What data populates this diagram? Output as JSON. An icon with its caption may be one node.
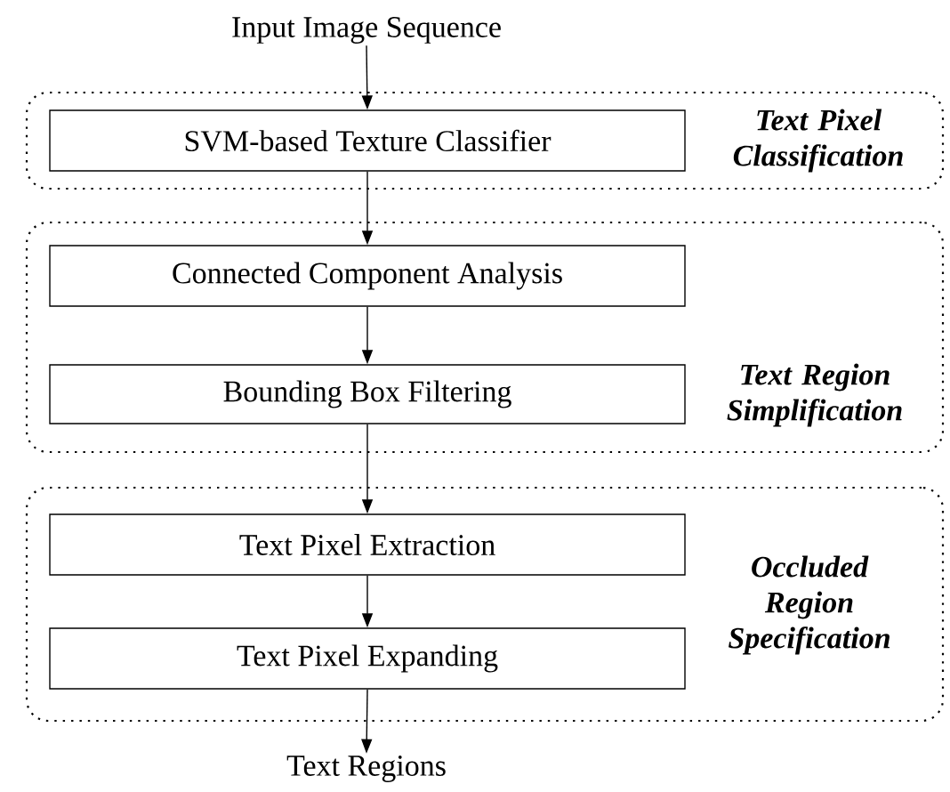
{
  "diagram": {
    "nodes": [
      {
        "text": [
          "Input Image Sequence"
        ]
      },
      {
        "text": [
          "Text Pixel Classification"
        ]
      },
      {
        "text": [
          "SVM-based Texture Classifier"
        ],
        "in": 1
      },
      {
        "text": [
          "Text Region Simplification"
        ]
      },
      {
        "text": [
          "Connected Component Analysis"
        ],
        "in": 3
      },
      {
        "text": [
          "Bounding Box Filtering"
        ],
        "in": 3
      },
      {
        "text": [
          "Occluded Region Specification"
        ]
      },
      {
        "text": [
          "Text Pixel Extraction"
        ],
        "in": 6
      },
      {
        "text": [
          "Text Pixel Expanding"
        ],
        "in": 6
      },
      {
        "text": [
          "Text Regions"
        ]
      }
    ],
    "edges": [
      {
        "from": 0,
        "to": 2,
        "arrow": "to"
      },
      {
        "from": 2,
        "to": 4,
        "arrow": "to"
      },
      {
        "from": 4,
        "to": 5,
        "arrow": "to"
      },
      {
        "from": 5,
        "to": 7,
        "arrow": "to"
      },
      {
        "from": 7,
        "to": 8,
        "arrow": "to"
      },
      {
        "from": 8,
        "to": 9,
        "arrow": "to"
      }
    ]
  }
}
